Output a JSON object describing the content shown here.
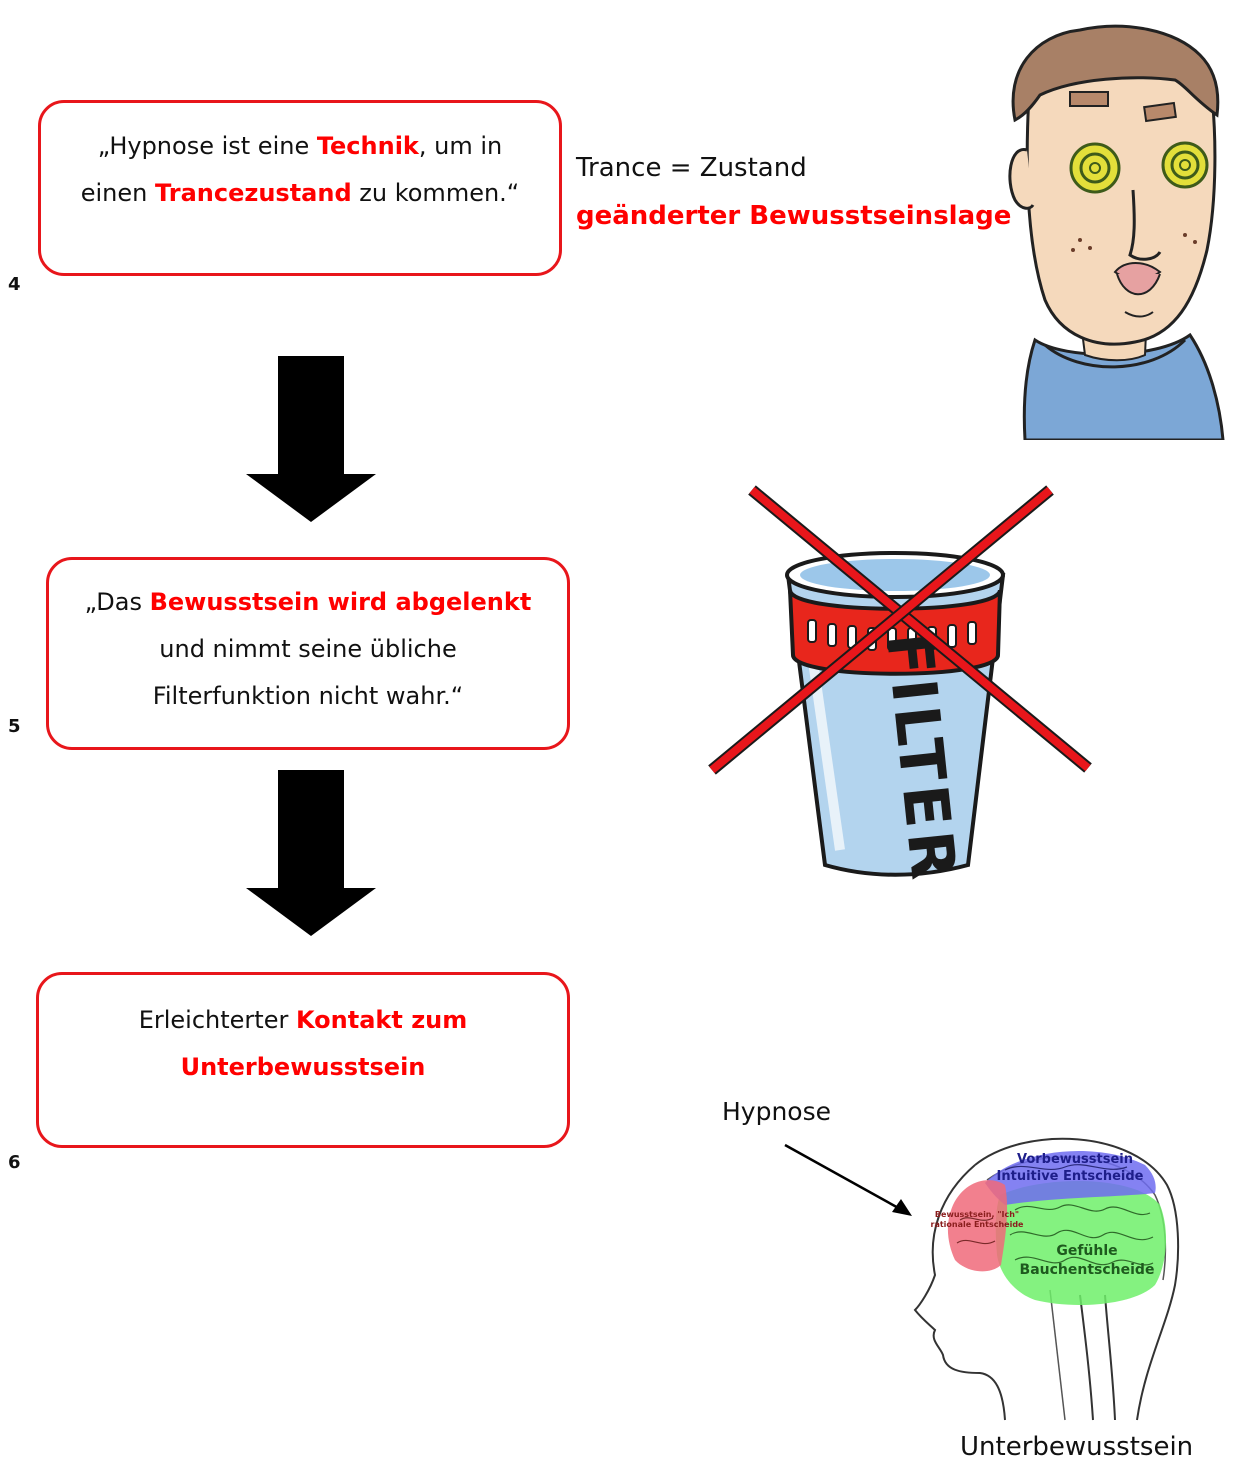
{
  "box1": {
    "line1_a": "„Hypnose ist eine ",
    "line1_red": "Technik",
    "line1_b": ", um in",
    "line2_a": "einen ",
    "line2_red": "Trancezustand",
    "line2_b": " zu kommen.“"
  },
  "box2": {
    "line1_a": "„Das ",
    "line1_red": "Bewusstsein wird abgelenkt",
    "line2": "und nimmt seine übliche",
    "line3": "Filterfunktion nicht wahr.“"
  },
  "box3": {
    "line1_a": "Erleichterter ",
    "line1_red": "Kontakt zum",
    "line2_red": "Unterbewusstsein"
  },
  "numbers": [
    "4",
    "5",
    "6"
  ],
  "trance": {
    "line1": "Trance = Zustand",
    "line2": "geänderter Bewusstseinslage"
  },
  "filter_label": "FILTER",
  "hypnose_label": "Hypnose",
  "unterbewusstsein_label": "Unterbewusstsein",
  "brain_labels": {
    "top1": "Vorbewusstsein",
    "top2": "Intuitive Entscheide",
    "front1": "Bewusstsein, \"Ich\"",
    "front2": "rationale Entscheide",
    "mid1": "Gefühle",
    "mid2": "Bauchentscheide"
  },
  "colors": {
    "accent_red": "#ff0000",
    "box_border": "#e8161b",
    "arrow": "#000000"
  }
}
